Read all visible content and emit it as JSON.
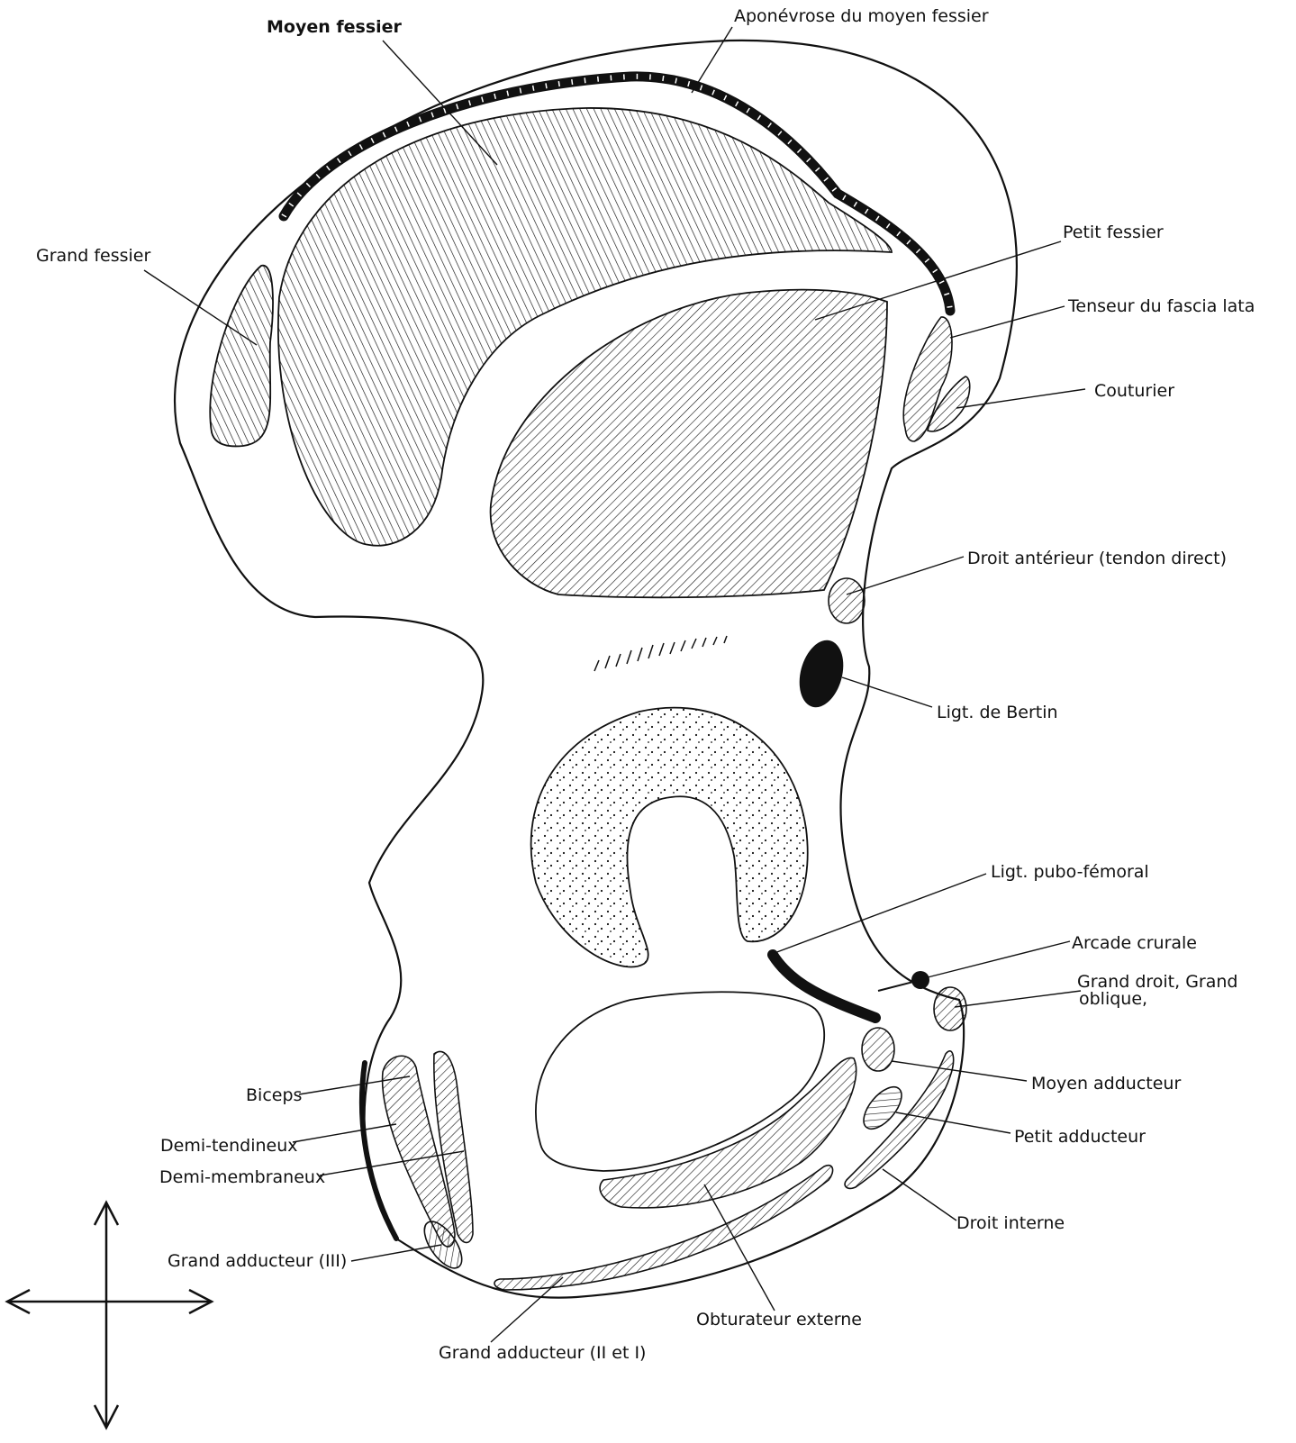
{
  "labels": {
    "moyen_fessier": "Moyen fessier",
    "aponevrose": "Aponévrose du moyen fessier",
    "grand_fessier": "Grand fessier",
    "petit_fessier": "Petit fessier",
    "tenseur": "Tenseur du fascia lata",
    "couturier": "Couturier",
    "droit_anterieur": "Droit antérieur (tendon direct)",
    "ligt_bertin": "Ligt. de Bertin",
    "ligt_pubo": "Ligt. pubo-fémoral",
    "arcade": "Arcade crurale",
    "grand_droit_1": "Grand droit, Grand",
    "grand_droit_2": "oblique,",
    "moyen_adducteur": "Moyen adducteur",
    "petit_adducteur": "Petit adducteur",
    "droit_interne": "Droit interne",
    "obturateur": "Obturateur externe",
    "grand_add_2_1": "Grand adducteur (II et I)",
    "grand_add_3": "Grand adducteur (III)",
    "demi_membraneux": "Demi-membraneux",
    "demi_tendineux": "Demi-tendineux",
    "biceps": "Biceps"
  },
  "colors": {
    "ink": "#111111",
    "paper": "#ffffff"
  }
}
